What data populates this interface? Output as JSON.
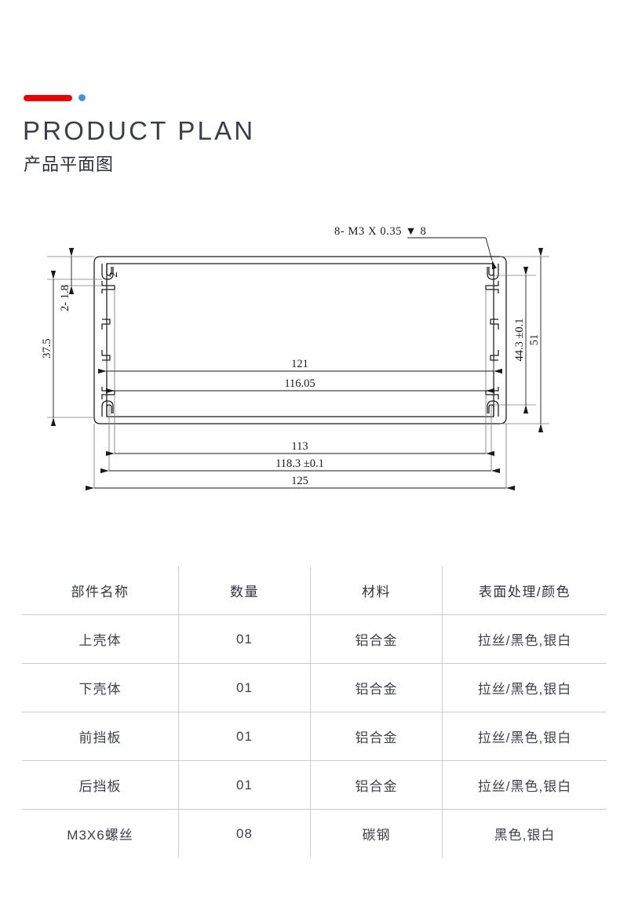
{
  "header": {
    "title_en": "PRODUCT PLAN",
    "title_cn": "产品平面图",
    "accent_red": "#ee0000",
    "accent_blue": "#4d8fd8"
  },
  "drawing": {
    "type": "technical-cross-section",
    "description": "Aluminum extruded enclosure cross-section with corner screw bosses and internal PCB rail grooves",
    "line_color": "#1a1a1a",
    "dim_line_color": "#6a6a6a",
    "annotations": {
      "thread_note": "8- M3 X 0.35 ▼ 8",
      "left_wall_thickness": "2- 1.8",
      "corner_radius": "2",
      "left_height": "37.5",
      "right_inner_height": "44.3 ±0.1",
      "right_outer_height": "51",
      "inner_width_upper": "121",
      "inner_width_rail": "116.05",
      "inner_width_lower": "113",
      "groove_width": "118.3 ±0.1",
      "outer_width": "125"
    }
  },
  "table": {
    "headers": [
      "部件名称",
      "数量",
      "材料",
      "表面处理/颜色"
    ],
    "rows": [
      [
        "上壳体",
        "01",
        "铝合金",
        "拉丝/黑色,银白"
      ],
      [
        "下壳体",
        "01",
        "铝合金",
        "拉丝/黑色,银白"
      ],
      [
        "前挡板",
        "01",
        "铝合金",
        "拉丝/黑色,银白"
      ],
      [
        "后挡板",
        "01",
        "铝合金",
        "拉丝/黑色,银白"
      ],
      [
        "M3X6螺丝",
        "08",
        "碳钢",
        "黑色,银白"
      ]
    ]
  }
}
